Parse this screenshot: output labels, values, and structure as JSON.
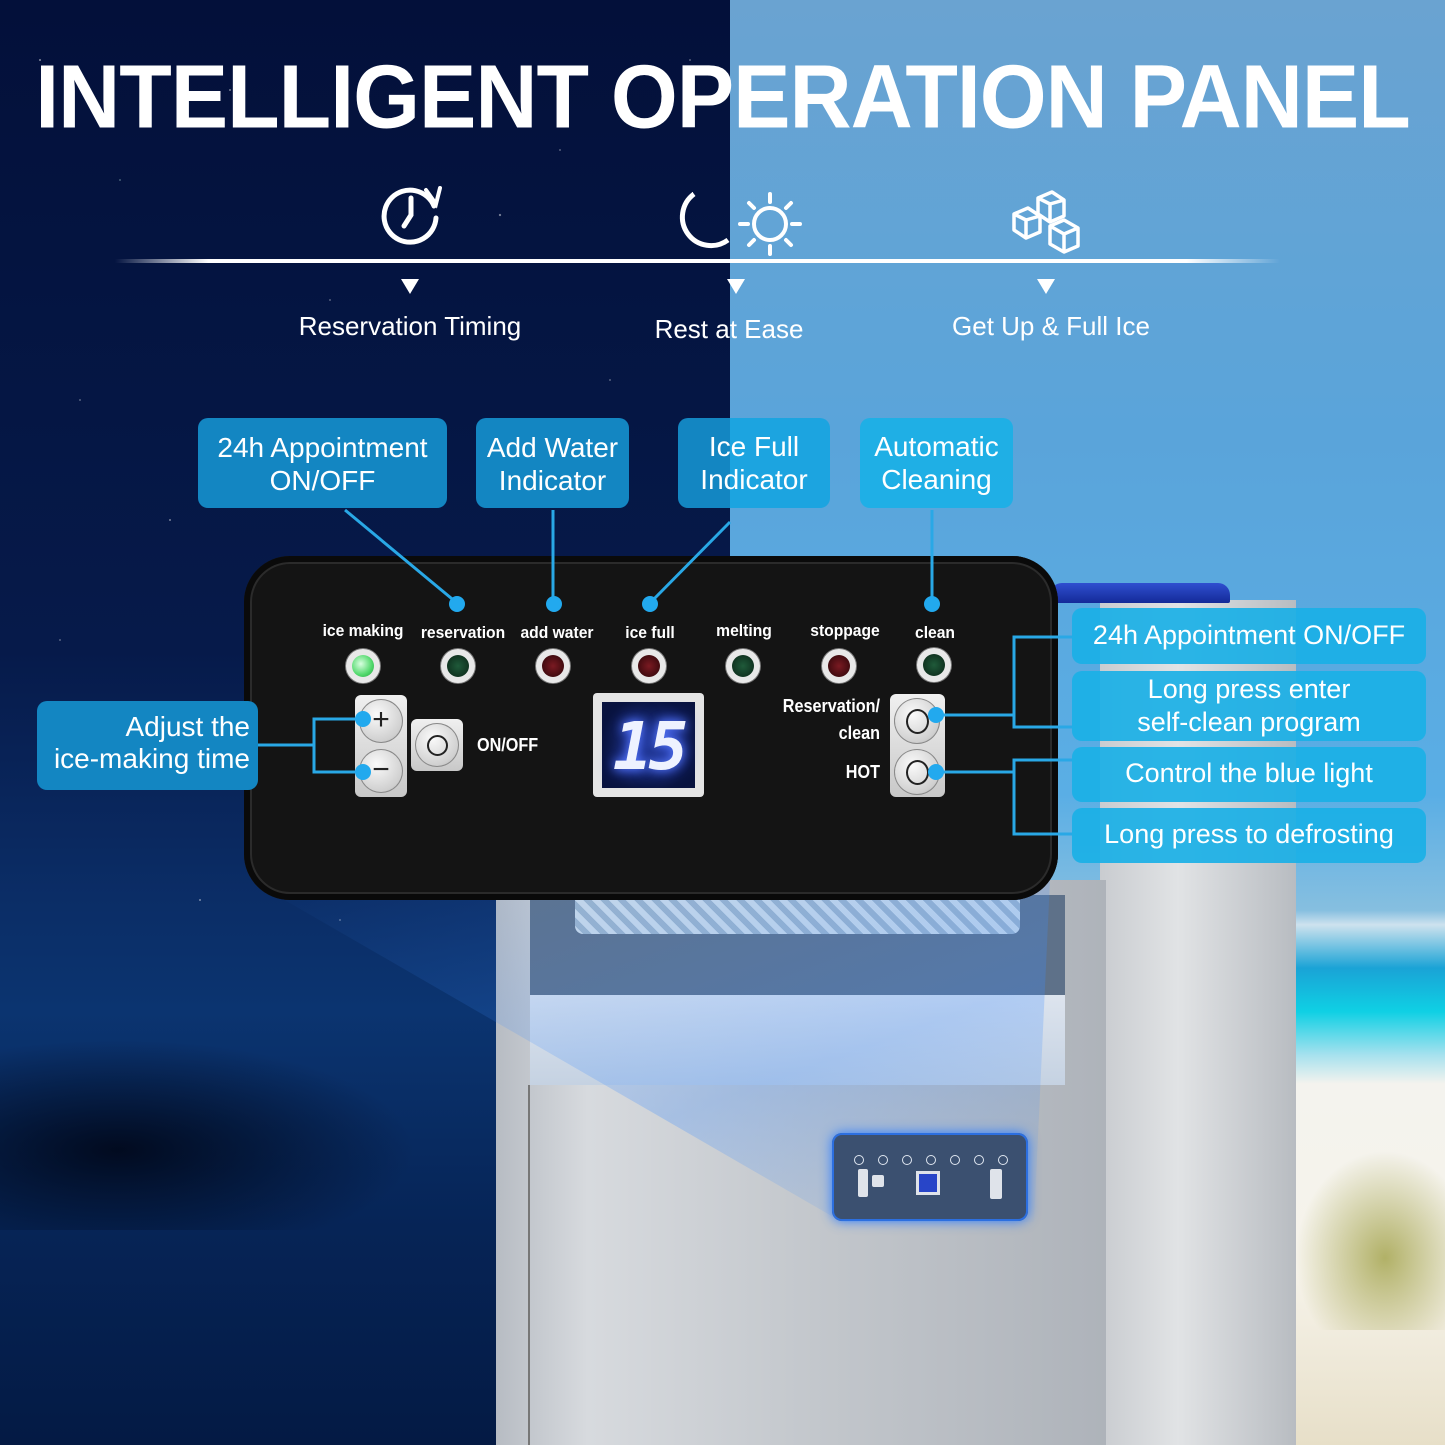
{
  "title": "INTELLIGENT OPERATION PANEL",
  "timeline": {
    "steps": [
      {
        "icon": "clock-refresh-icon",
        "label": "Reservation Timing"
      },
      {
        "icon": "moon-sun-icon",
        "label": "Rest at Ease"
      },
      {
        "icon": "ice-cubes-icon",
        "label": "Get Up & Full Ice"
      }
    ]
  },
  "top_callouts": [
    {
      "line1": "24h Appointment",
      "line2": "ON/OFF"
    },
    {
      "line1": "Add Water",
      "line2": "Indicator"
    },
    {
      "line1": "Ice Full",
      "line2": "Indicator"
    },
    {
      "line1": "Automatic",
      "line2": "Cleaning"
    }
  ],
  "left_callout": {
    "line1": "Adjust the",
    "line2": "ice-making time"
  },
  "right_callouts": [
    {
      "line1": "24h Appointment ON/OFF"
    },
    {
      "line1": "Long press enter",
      "line2": "self-clean program"
    },
    {
      "line1": "Control the blue light"
    },
    {
      "line1": "Long press to defrosting"
    }
  ],
  "panel": {
    "indicators": [
      {
        "label": "ice making",
        "color": "#7ee88a",
        "state": "on"
      },
      {
        "label": "reservation",
        "color": "#0f3b22",
        "state": "off"
      },
      {
        "label": "add water",
        "color": "#4a0d12",
        "state": "off"
      },
      {
        "label": "ice full",
        "color": "#4a0d12",
        "state": "off"
      },
      {
        "label": "melting",
        "color": "#0f3b22",
        "state": "off"
      },
      {
        "label": "stoppage",
        "color": "#4a0d12",
        "state": "off"
      },
      {
        "label": "clean",
        "color": "#0f3b22",
        "state": "off"
      }
    ],
    "plus_label": "+",
    "minus_label": "−",
    "onoff_label": "ON/OFF",
    "display_value": "15",
    "reservation_label_1": "Reservation/",
    "reservation_label_2": "clean",
    "hot_label": "HOT"
  },
  "colors": {
    "callout_blue": "#1a9fd8",
    "leader_line": "#29a8e6",
    "panel_black": "#141414",
    "display_blue": "#3a5cff"
  }
}
